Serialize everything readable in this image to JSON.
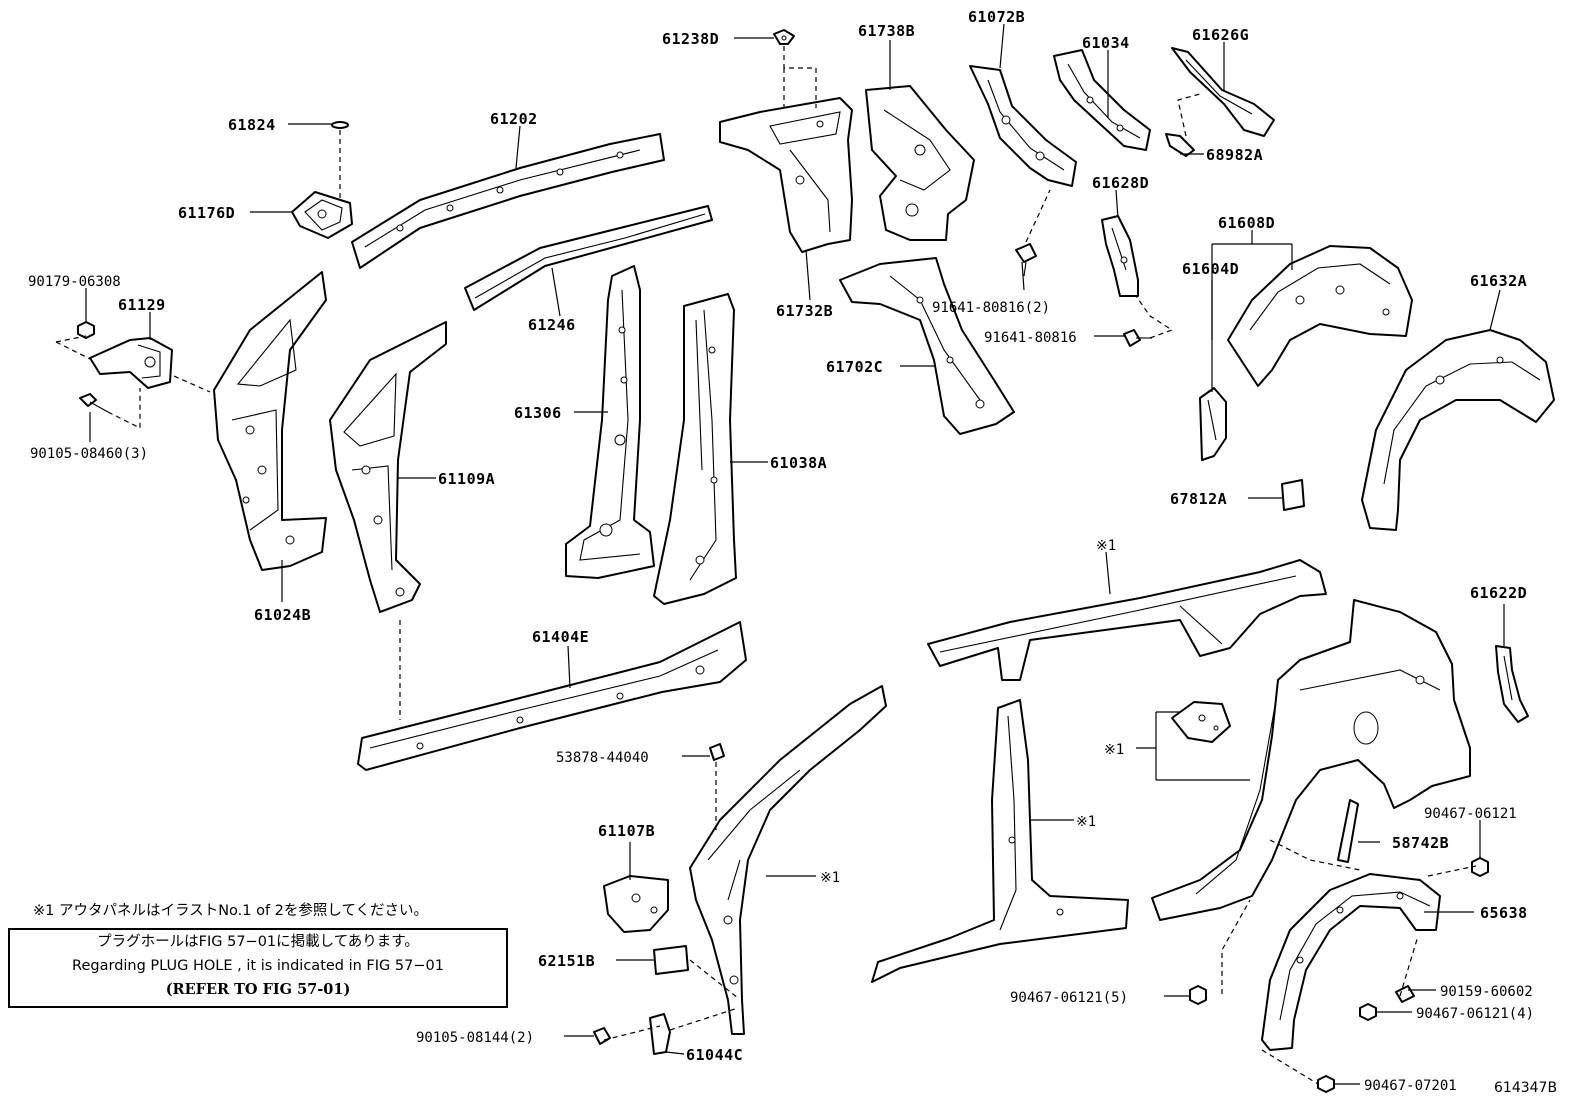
{
  "labels": {
    "p61238D": "61238D",
    "p61738B": "61738B",
    "p61072B": "61072B",
    "p61034": "61034",
    "p61626G": "61626G",
    "p61824": "61824",
    "p61202": "61202",
    "p68982A": "68982A",
    "p61176D": "61176D",
    "p61628D": "61628D",
    "p61608D": "61608D",
    "p90179_06308": "90179-06308",
    "p61129": "61129",
    "p61246": "61246",
    "p61732B": "61732B",
    "p91641_80816_2": "91641-80816(2)",
    "p61604D": "61604D",
    "p61632A": "61632A",
    "p91641_80816": "91641-80816",
    "p61702C": "61702C",
    "p61306": "61306",
    "p90105_08460_3": "90105-08460(3)",
    "p61038A": "61038A",
    "p61109A": "61109A",
    "p67812A": "67812A",
    "p61024B": "61024B",
    "mark1_top": "※1",
    "p61622D": "61622D",
    "p61404E": "61404E",
    "p53878_44040": "53878-44040",
    "mark1_bracket": "※1",
    "p90467_06121": "90467-06121",
    "p61107B": "61107B",
    "mark1_pillar": "※1",
    "mark1_apillar": "※1",
    "p58742B": "58742B",
    "p65638": "65638",
    "p62151B": "62151B",
    "p90159_60602": "90159-60602",
    "p90467_06121_5": "90467-06121(5)",
    "p90467_06121_4": "90467-06121(4)",
    "p90105_08144_2": "90105-08144(2)",
    "p61044C": "61044C",
    "p90467_07201": "90467-07201"
  },
  "notes": {
    "outer_panel": "※1 アウタパネルはイラストNo.1 of 2を参照してください。",
    "plug_hole_jp": "プラグホールはFIG 57−01に掲載してあります。",
    "plug_hole_en": "Regarding  PLUG  HOLE , it is indicated in FIG  57−01",
    "refer": "(REFER TO FIG 57-01)"
  },
  "figure_id": "614347B"
}
